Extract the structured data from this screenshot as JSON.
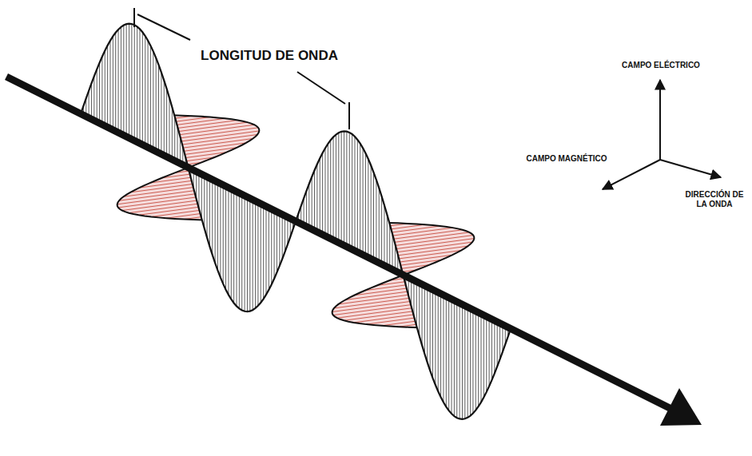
{
  "diagram": {
    "labels": [
      "LONGITUD DE ONDA",
      "CAMPO ELÉCTRICO",
      "CAMPO MAGNÉTICO",
      "DIRECCIÓN DE LA ONDA"
    ]
  }
}
